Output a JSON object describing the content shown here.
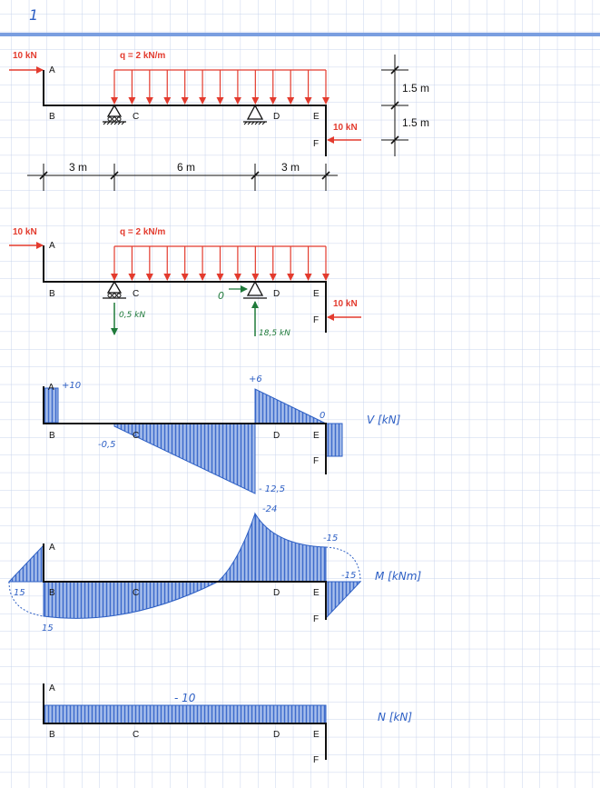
{
  "page_number": "1",
  "colors": {
    "load": "#e33b2e",
    "reaction": "#1f7a3a",
    "diagram": "#2d5fc4",
    "grid": "#c9d4ec",
    "frame": "#111111"
  },
  "nodes": {
    "a": "A",
    "b": "B",
    "c": "C",
    "d": "D",
    "e": "E",
    "f": "F"
  },
  "loads": {
    "left_force": "10 kN",
    "right_force": "10 kN",
    "distributed": "q = 2 kN/m"
  },
  "dimensions": {
    "span_1": "3 m",
    "span_2": "6 m",
    "span_3": "3 m",
    "height_1": "1.5 m",
    "height_2": "1.5 m"
  },
  "reactions": {
    "horizontal": "0",
    "c_vertical": "0,5 kN",
    "d_vertical": "18,5 kN"
  },
  "shear": {
    "title": "V [kN]",
    "a_val": "+10",
    "c_val": "-0,5",
    "d_left": "- 12,5",
    "d_right": "+6",
    "e_val": "0"
  },
  "moment": {
    "title": "M [kNm]",
    "left_val": "15",
    "b_val": "15",
    "d_val": "-24",
    "e_top": "-15",
    "e_right": "-15"
  },
  "normal": {
    "title": "N [kN]",
    "value": "- 10"
  }
}
